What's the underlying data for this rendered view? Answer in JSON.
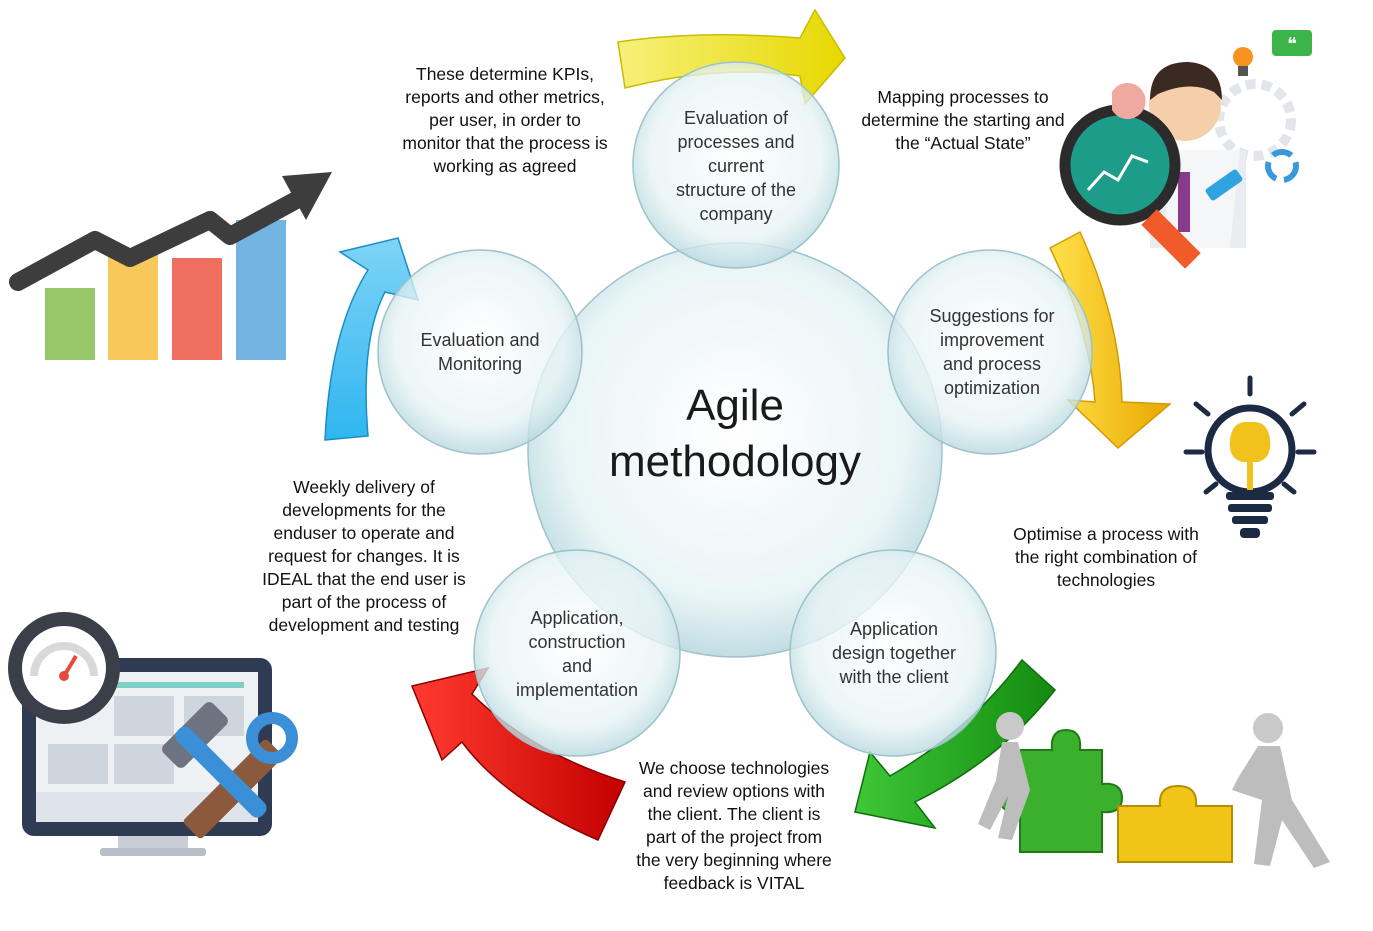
{
  "center": {
    "title": "Agile\nmethodology"
  },
  "stages": [
    {
      "id": "evaluation",
      "lines": [
        "Evaluation of",
        "processes and",
        "current",
        "structure of the",
        "company"
      ]
    },
    {
      "id": "suggestions",
      "lines": [
        "Suggestions for",
        "improvement",
        "and process",
        "optimization"
      ]
    },
    {
      "id": "design",
      "lines": [
        "Application",
        "design together",
        "with the client"
      ]
    },
    {
      "id": "construction",
      "lines": [
        "Application,",
        "construction",
        "and",
        "implementation"
      ]
    },
    {
      "id": "monitoring",
      "lines": [
        "Evaluation and",
        "Monitoring"
      ]
    }
  ],
  "notes": {
    "kpis": "These determine KPIs,\nreports and other metrics,\nper user, in order to\nmonitor that the process is\nworking as agreed",
    "mapping": "Mapping processes to\ndetermine the starting and\nthe “Actual State”",
    "optimise": "Optimise a process with\nthe right combination of\ntechnologies",
    "choose": "We choose technologies\nand review options with\nthe client. The client is\npart of the project from\nthe very beginning where\nfeedback is VITAL",
    "weekly": "Weekly delivery of\ndevelopments for the\nenduser to operate and\nrequest for changes. It is\nIDEAL that the end user is\npart of the process of\ndevelopment and testing"
  },
  "colors": {
    "arrow_top": "#f2e600",
    "arrow_right": "#f5c400",
    "arrow_bottom_right": "#22a51d",
    "arrow_bottom_left": "#e01010",
    "arrow_left": "#22a8e8",
    "bubble_fill": "#d8ecf0",
    "bubble_stroke": "#9cc3cc"
  },
  "icons": [
    "growth-chart-icon",
    "analyst-magnifier-icon",
    "lightbulb-brain-icon",
    "puzzle-people-icon",
    "computer-tools-icon"
  ]
}
